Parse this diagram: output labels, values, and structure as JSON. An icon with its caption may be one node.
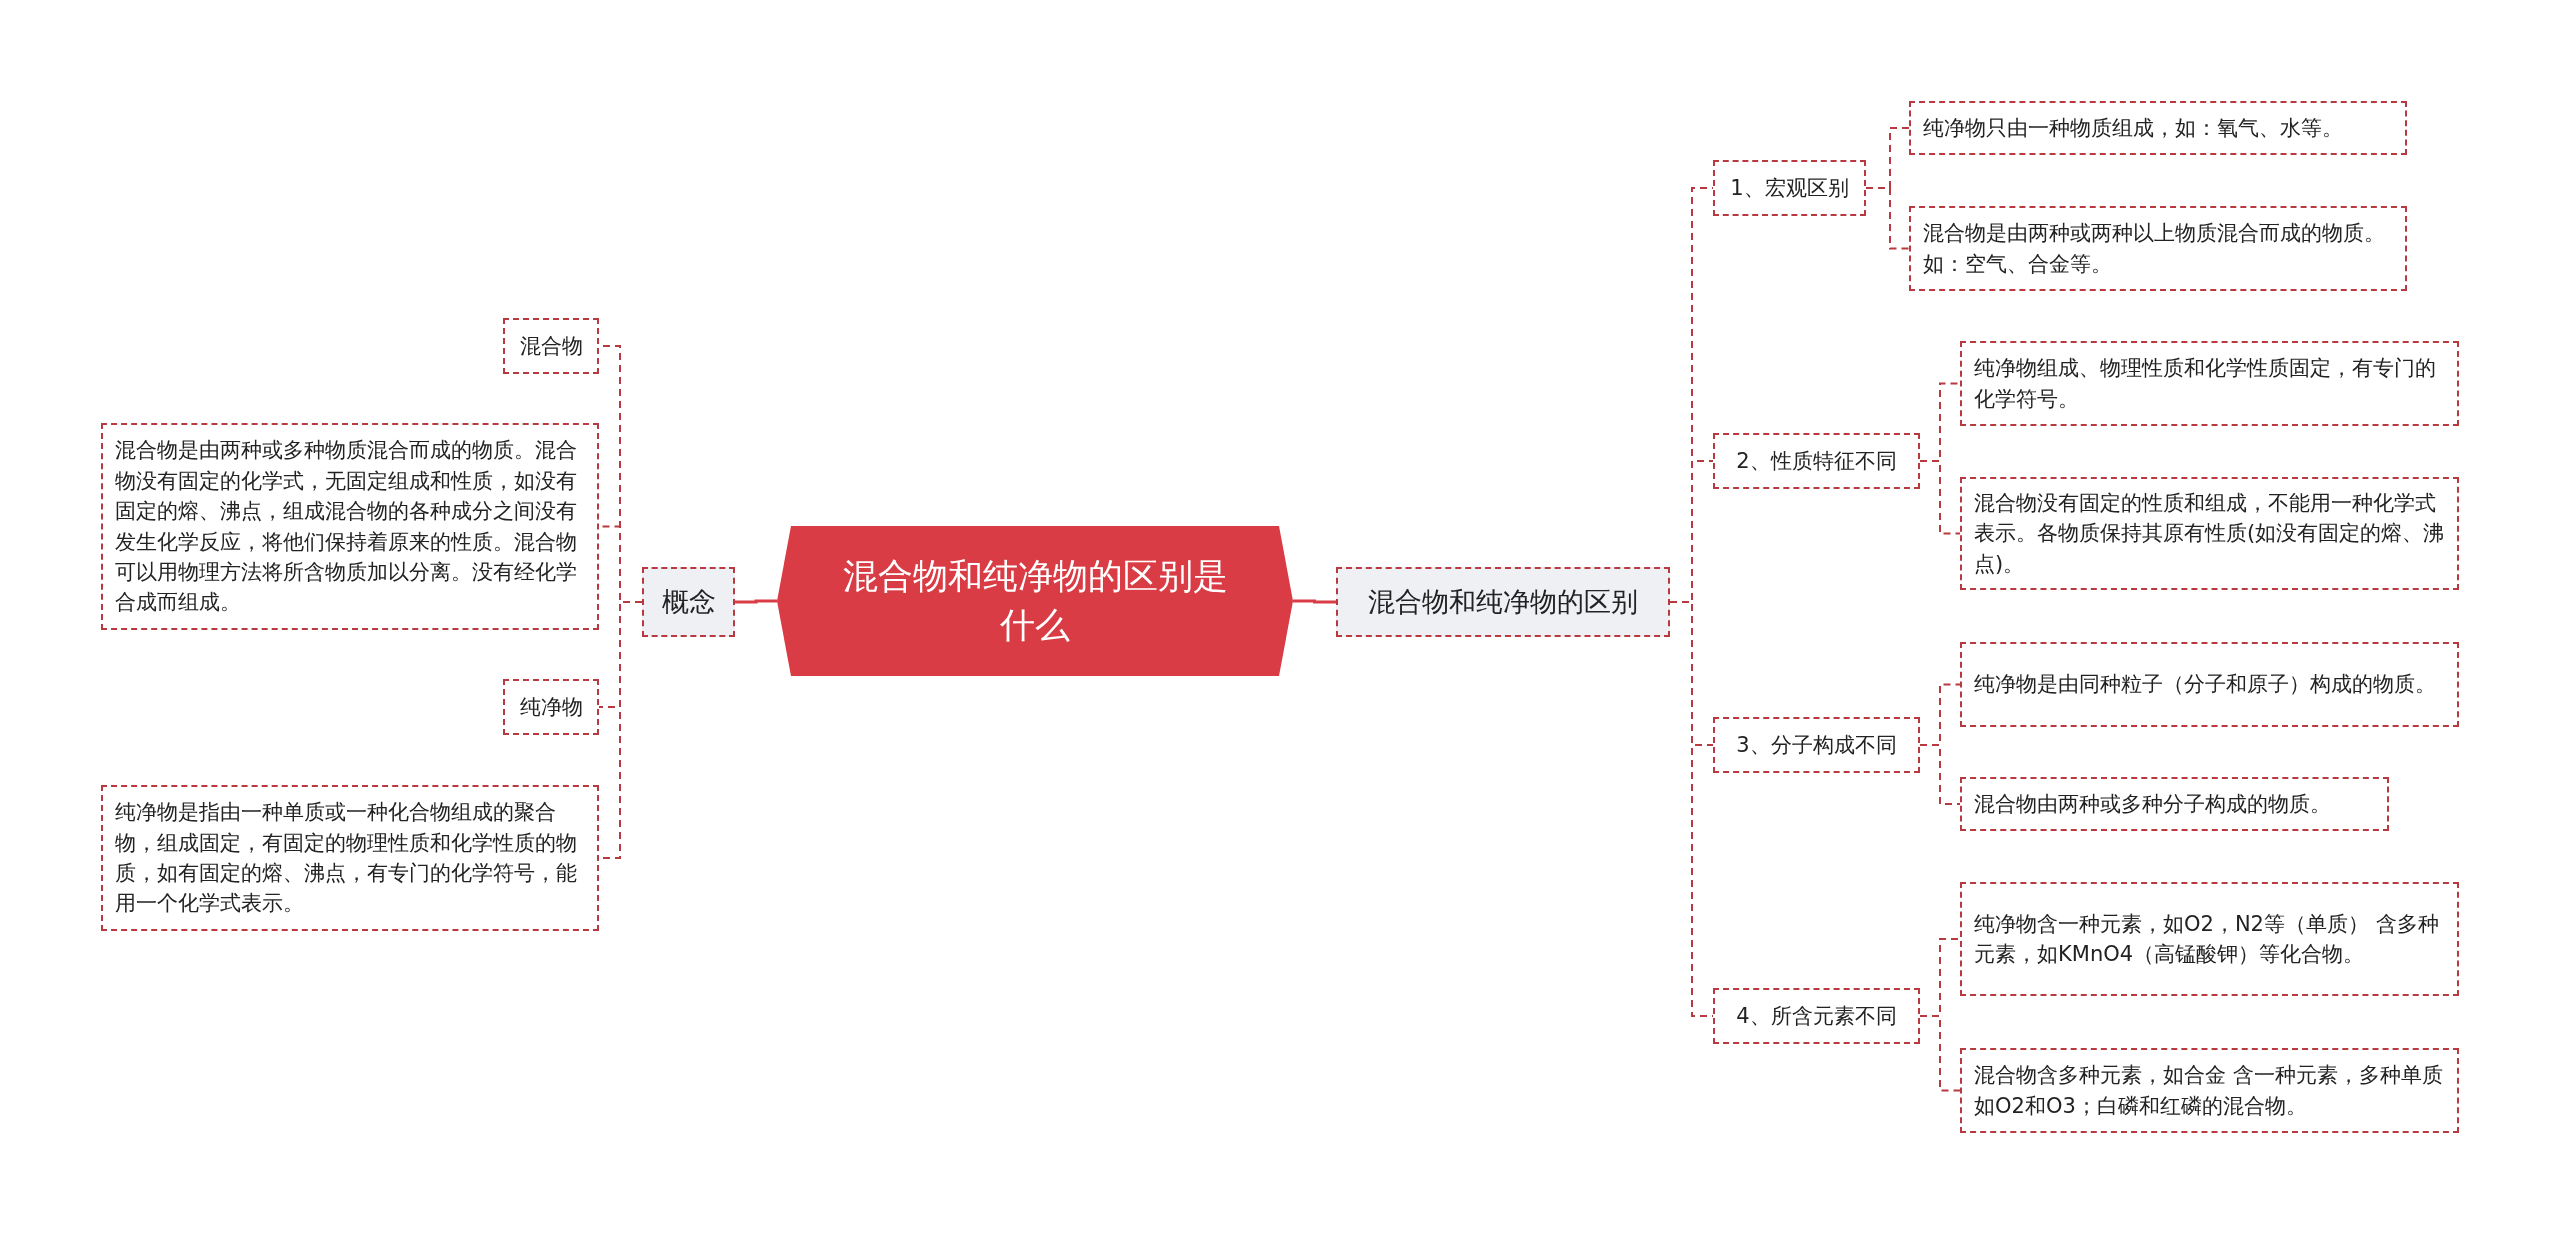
{
  "diagram": {
    "nodes": [
      {
        "text": [
          "混合物和纯净物的区别是什么"
        ]
      },
      {
        "text": [
          "概念"
        ]
      },
      {
        "text": [
          "混合物"
        ]
      },
      {
        "text": [
          "混合物是由两种或多种物质混合而成的物质。混合物没有固定的化学式，无固定组成和性质，如没有固定的熔、沸点，组成混合物的各种成分之间没有发生化学反应，将他们保持着原来的性质。混合物可以用物理方法将所含物质加以分离。没有经化学合成而组成。"
        ]
      },
      {
        "text": [
          "纯净物"
        ]
      },
      {
        "text": [
          "纯净物是指由一种单质或一种化合物组成的聚合物，组成固定，有固定的物理性质和化学性质的物质，如有固定的熔、沸点，有专门的化学符号，能用一个化学式表示。"
        ]
      },
      {
        "text": [
          "混合物和纯净物的区别"
        ]
      },
      {
        "text": [
          "1、宏观区别"
        ]
      },
      {
        "text": [
          "纯净物只由一种物质组成，如：氧气、水等。"
        ]
      },
      {
        "text": [
          "混合物是由两种或两种以上物质混合而成的物质。如：空气、合金等。"
        ]
      },
      {
        "text": [
          "2、性质特征不同"
        ]
      },
      {
        "text": [
          "纯净物组成、物理性质和化学性质固定，有专门的化学符号。"
        ]
      },
      {
        "text": [
          "混合物没有固定的性质和组成，不能用一种化学式表示。各物质保持其原有性质(如没有固定的熔、沸点)。"
        ]
      },
      {
        "text": [
          "3、分子构成不同"
        ]
      },
      {
        "text": [
          "纯净物是由同种粒子（分子和原子）构成的物质。"
        ]
      },
      {
        "text": [
          "混合物由两种或多种分子构成的物质。"
        ]
      },
      {
        "text": [
          "4、所含元素不同"
        ]
      },
      {
        "text": [
          "纯净物含一种元素，如O2，N2等（单质） 含多种元素，如KMnO4（高锰酸钾）等化合物。"
        ]
      },
      {
        "text": [
          "混合物含多种元素，如合金 含一种元素，多种单质如O2和O3；白磷和红磷的混合物。"
        ]
      }
    ],
    "edges": [
      {
        "from": 0,
        "to": 1,
        "arrow": "none"
      },
      {
        "from": 1,
        "to": 2,
        "arrow": "none",
        "style": "dashed"
      },
      {
        "from": 1,
        "to": 3,
        "arrow": "none",
        "style": "dashed"
      },
      {
        "from": 1,
        "to": 4,
        "arrow": "none",
        "style": "dashed"
      },
      {
        "from": 1,
        "to": 5,
        "arrow": "none",
        "style": "dashed"
      },
      {
        "from": 0,
        "to": 6,
        "arrow": "none"
      },
      {
        "from": 6,
        "to": 7,
        "arrow": "none",
        "style": "dashed"
      },
      {
        "from": 7,
        "to": 8,
        "arrow": "none",
        "style": "dashed"
      },
      {
        "from": 7,
        "to": 9,
        "arrow": "none",
        "style": "dashed"
      },
      {
        "from": 6,
        "to": 10,
        "arrow": "none",
        "style": "dashed"
      },
      {
        "from": 10,
        "to": 11,
        "arrow": "none",
        "style": "dashed"
      },
      {
        "from": 10,
        "to": 12,
        "arrow": "none",
        "style": "dashed"
      },
      {
        "from": 6,
        "to": 13,
        "arrow": "none",
        "style": "dashed"
      },
      {
        "from": 13,
        "to": 14,
        "arrow": "none",
        "style": "dashed"
      },
      {
        "from": 13,
        "to": 15,
        "arrow": "none",
        "style": "dashed"
      },
      {
        "from": 6,
        "to": 16,
        "arrow": "none",
        "style": "dashed"
      },
      {
        "from": 16,
        "to": 17,
        "arrow": "none",
        "style": "dashed"
      },
      {
        "from": 16,
        "to": 18,
        "arrow": "none",
        "style": "dashed"
      }
    ]
  }
}
